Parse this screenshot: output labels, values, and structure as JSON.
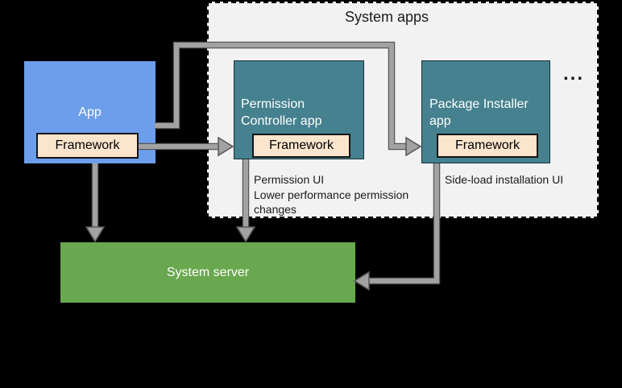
{
  "diagram": {
    "background": "#000000",
    "system_apps": {
      "title": "System apps",
      "more_indicator": "...",
      "bg": "#f2f2f2"
    },
    "app": {
      "label": "App",
      "bg": "#6d9eeb",
      "framework": {
        "label": "Framework",
        "bg": "#fce5cd"
      }
    },
    "permission_controller": {
      "label": "Permission Controller app",
      "bg": "#45818e",
      "framework": {
        "label": "Framework",
        "bg": "#fce5cd"
      },
      "note_lines": [
        "Permission UI",
        "Lower performance permission changes"
      ]
    },
    "package_installer": {
      "label": "Package Installer app",
      "bg": "#45818e",
      "framework": {
        "label": "Framework",
        "bg": "#fce5cd"
      },
      "note": "Side-load installation UI"
    },
    "system_server": {
      "label": "System server",
      "bg": "#6aa84f"
    },
    "connectors": {
      "fill": "#a2a2a2",
      "outline": "#575757",
      "edges": [
        "app to package-installer-framework via top route",
        "app-framework to permission-controller-framework",
        "app to system-server",
        "permission-controller to system-server",
        "package-installer-framework to system-server"
      ]
    }
  }
}
